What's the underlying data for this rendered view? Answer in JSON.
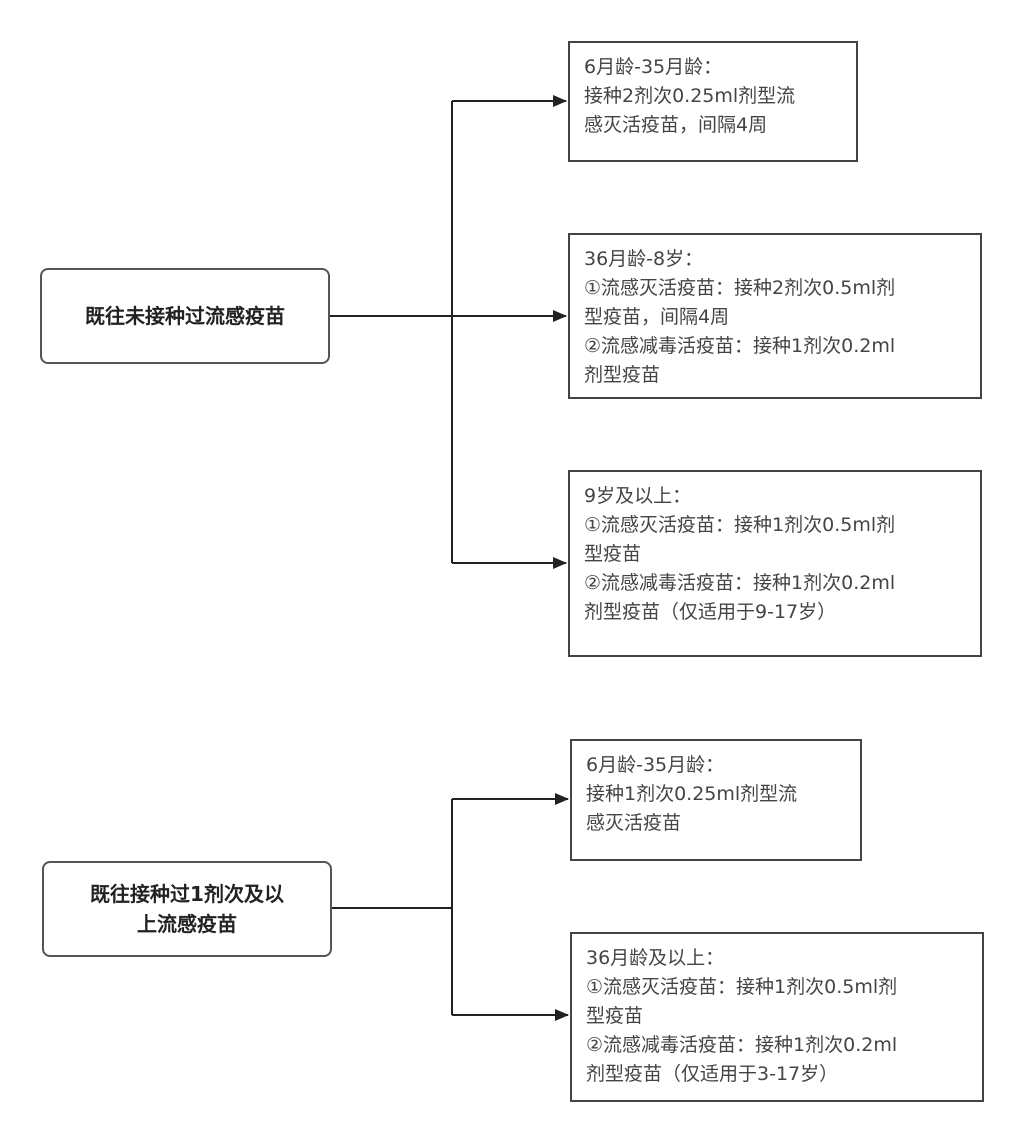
{
  "groups": [
    {
      "source": "既往未接种过流感疫苗",
      "targets": [
        {
          "lines": [
            "6月龄-35月龄：",
            "接种2剂次0.25ml剂型流",
            "感灭活疫苗，间隔4周"
          ]
        },
        {
          "lines": [
            "36月龄-8岁：",
            "①流感灭活疫苗：接种2剂次0.5ml剂",
            "型疫苗，间隔4周",
            "②流感减毒活疫苗：接种1剂次0.2ml",
            "剂型疫苗"
          ]
        },
        {
          "lines": [
            "9岁及以上：",
            "①流感灭活疫苗：接种1剂次0.5ml剂",
            "型疫苗",
            "②流感减毒活疫苗：接种1剂次0.2ml",
            "剂型疫苗（仅适用于9-17岁）"
          ]
        }
      ]
    },
    {
      "source_lines": [
        "既往接种过1剂次及以",
        "上流感疫苗"
      ],
      "targets": [
        {
          "lines": [
            "6月龄-35月龄：",
            "接种1剂次0.25ml剂型流",
            "感灭活疫苗"
          ]
        },
        {
          "lines": [
            "36月龄及以上：",
            "①流感灭活疫苗：接种1剂次0.5ml剂",
            "型疫苗",
            "②流感减毒活疫苗：接种1剂次0.2ml",
            "剂型疫苗（仅适用于3-17岁）"
          ]
        }
      ]
    }
  ]
}
